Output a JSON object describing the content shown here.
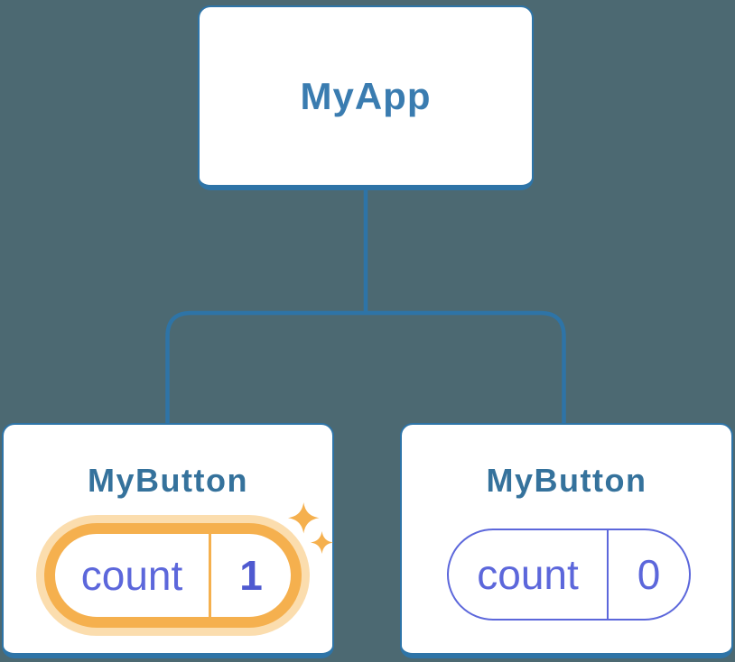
{
  "diagram": {
    "title_hidden": "",
    "root_node": {
      "label": "MyApp"
    },
    "child_nodes": [
      {
        "label": "MyButton",
        "state_key": "count",
        "state_value": "1",
        "highlighted": true,
        "badge_icon": "sparkles-icon"
      },
      {
        "label": "MyButton",
        "state_key": "count",
        "state_value": "0",
        "highlighted": false,
        "badge_icon": ""
      }
    ]
  },
  "colors": {
    "background": "#4C6972",
    "connector_blue": "#2E74A7",
    "card_border_blue": "#2E74A7",
    "root_title_blue": "#3A7CB0",
    "child_title_blue": "#35729C",
    "state_indigo": "#5C67DB",
    "state_value_indigo_bold": "#4F5AD0",
    "highlight_orange": "#F5B04E",
    "highlight_halo_orange": "#FBDDAE"
  }
}
